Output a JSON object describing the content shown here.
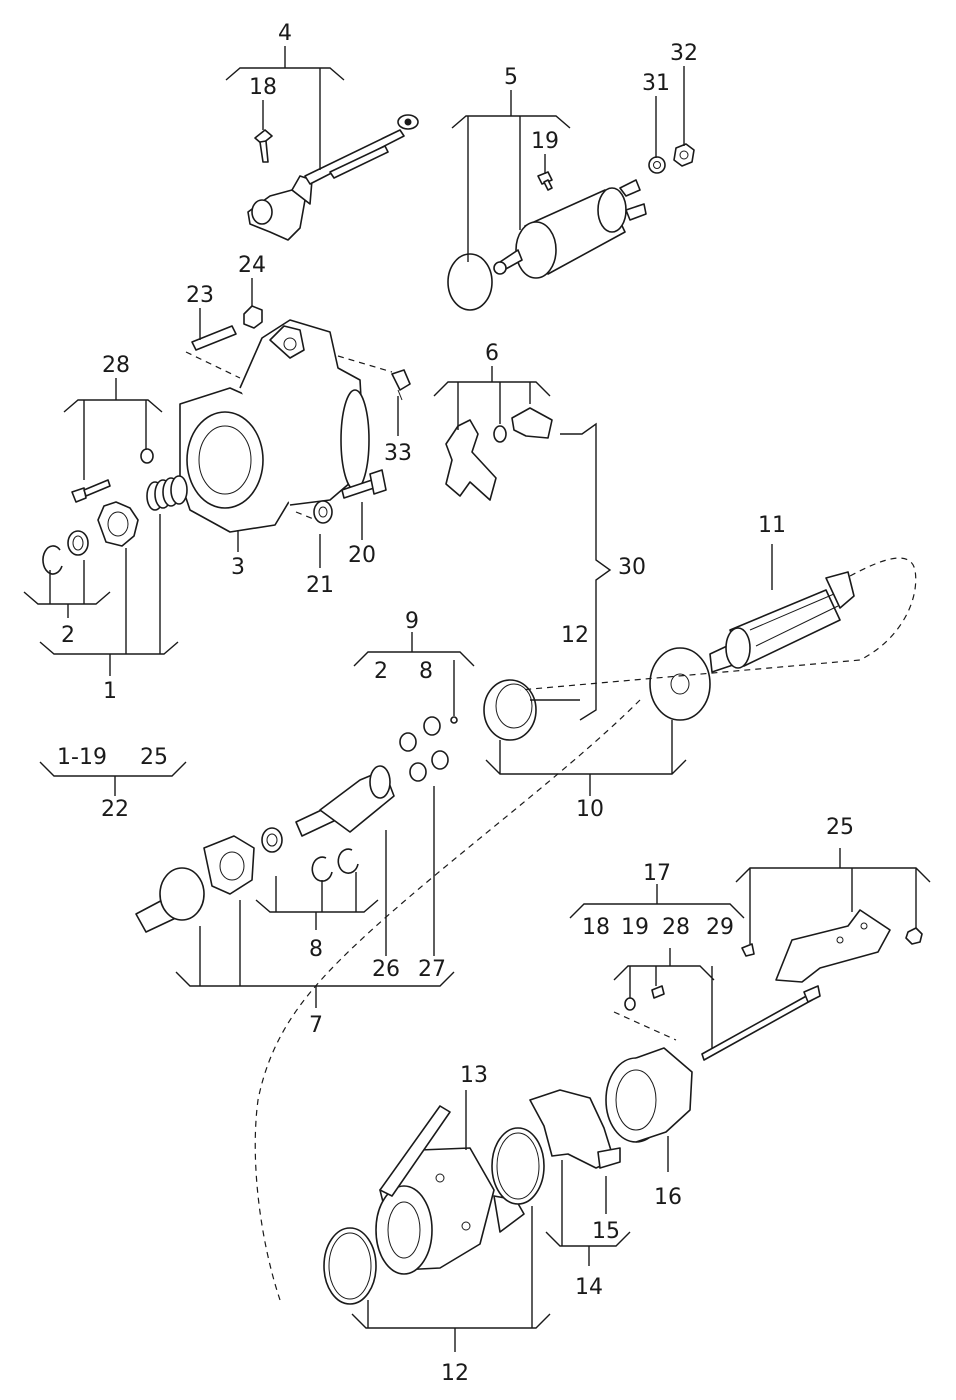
{
  "labels": {
    "l1": "1",
    "l2a": "2",
    "l2b": "2",
    "l3": "3",
    "l4": "4",
    "l5": "5",
    "l6": "6",
    "l7": "7",
    "l8a": "8",
    "l8b": "8",
    "l9": "9",
    "l10": "10",
    "l11": "11",
    "l12a": "12",
    "l12b": "12",
    "l13": "13",
    "l14": "14",
    "l15": "15",
    "l16": "16",
    "l17": "17",
    "l18a": "18",
    "l18b": "18",
    "l19a": "19",
    "l19b": "19",
    "l20": "20",
    "l21": "21",
    "l22": "22",
    "l23": "23",
    "l24": "24",
    "l25a": "25",
    "l25b": "25",
    "l26": "26",
    "l27": "27",
    "l28a": "28",
    "l28b": "28",
    "l29": "29",
    "l30": "30",
    "l31": "31",
    "l32": "32",
    "l33": "33",
    "l1_19": "1-19"
  }
}
